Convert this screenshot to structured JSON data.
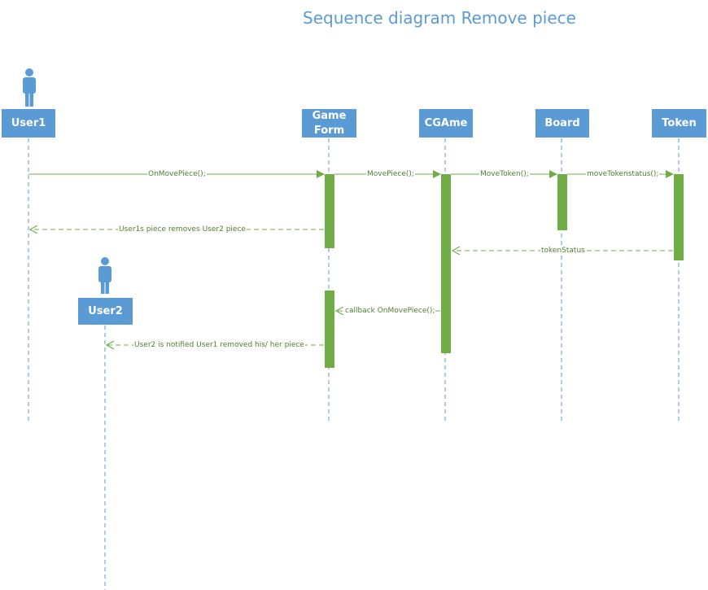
{
  "title": "Sequence diagram Remove piece",
  "lifelines": {
    "user1": {
      "label": "User1"
    },
    "user2": {
      "label": "User2"
    },
    "gameform": {
      "label": "Game\nForm"
    },
    "cgame": {
      "label": "CGAme"
    },
    "board": {
      "label": "Board"
    },
    "token": {
      "label": "Token"
    }
  },
  "messages": [
    {
      "label": "OnMovePiece();",
      "from": "user1",
      "to": "gameform",
      "kind": "call"
    },
    {
      "label": "MovePiece();",
      "from": "gameform",
      "to": "cgame",
      "kind": "call"
    },
    {
      "label": "MoveToken();",
      "from": "cgame",
      "to": "board",
      "kind": "call"
    },
    {
      "label": "moveTokenstatus();",
      "from": "board",
      "to": "token",
      "kind": "call"
    },
    {
      "label": "User1s piece removes User2 piece",
      "from": "gameform",
      "to": "user1",
      "kind": "return"
    },
    {
      "label": "tokenStatus",
      "from": "token",
      "to": "cgame",
      "kind": "return"
    },
    {
      "label": "callback OnMovePiece();",
      "from": "cgame",
      "to": "gameform",
      "kind": "return"
    },
    {
      "label": "User2 is notified User1 removed his/ her piece",
      "from": "gameform",
      "to": "user2",
      "kind": "return"
    }
  ],
  "colors": {
    "lifeline": "#5b9bd5",
    "activation": "#70ad47",
    "message": "#70ad47",
    "label": "#4e7f2e"
  },
  "icons": {
    "actor": "person-icon"
  }
}
